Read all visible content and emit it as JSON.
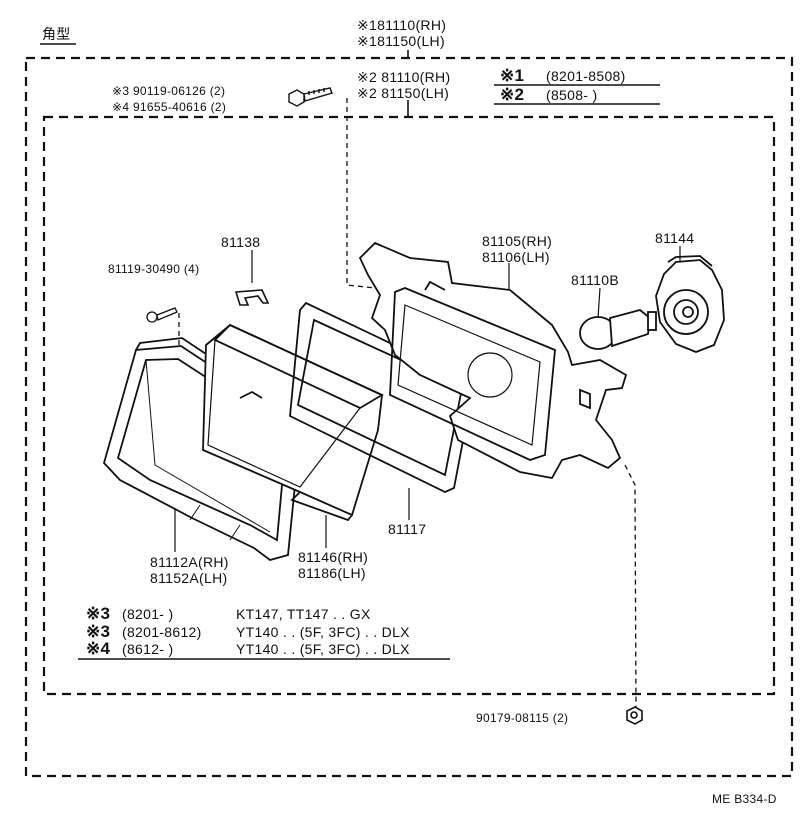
{
  "section_label": "角型",
  "assembly": {
    "line1": "※181110(RH)",
    "line2": "※181150(LH)",
    "inner_line1": "※2 81110(RH)",
    "inner_line2": "※2 81150(LH)"
  },
  "screw_top": {
    "line1": "※3 90119-06126 (2)",
    "line2": "※4 91655-40616 (2)"
  },
  "date_key": {
    "row1_mark": "※1",
    "row1_range": "(8201-8508)",
    "row2_mark": "※2",
    "row2_range": "(8508-        )"
  },
  "parts": {
    "p81138": "81138",
    "p81119": "81119-30490 (4)",
    "p81105": "81105(RH)",
    "p81106": "81106(LH)",
    "p81144": "81144",
    "p81110B": "81110B",
    "p81117": "81117",
    "p81112": "81112A(RH)",
    "p81152": "81152A(LH)",
    "p81146": "81146(RH)",
    "p81186": "81186(LH)",
    "p90179": "90179-08115 (2)"
  },
  "notes": [
    {
      "mark": "※3",
      "range": "(8201-        )",
      "models": "KT147, TT147 . . GX"
    },
    {
      "mark": "※3",
      "range": "(8201-8612)",
      "models": "YT140 . . (5F, 3FC) . . DLX"
    },
    {
      "mark": "※4",
      "range": "(8612-        )",
      "models": "YT140 . . (5F, 3FC) . . DLX"
    }
  ],
  "ref_code": "ME B334-D"
}
